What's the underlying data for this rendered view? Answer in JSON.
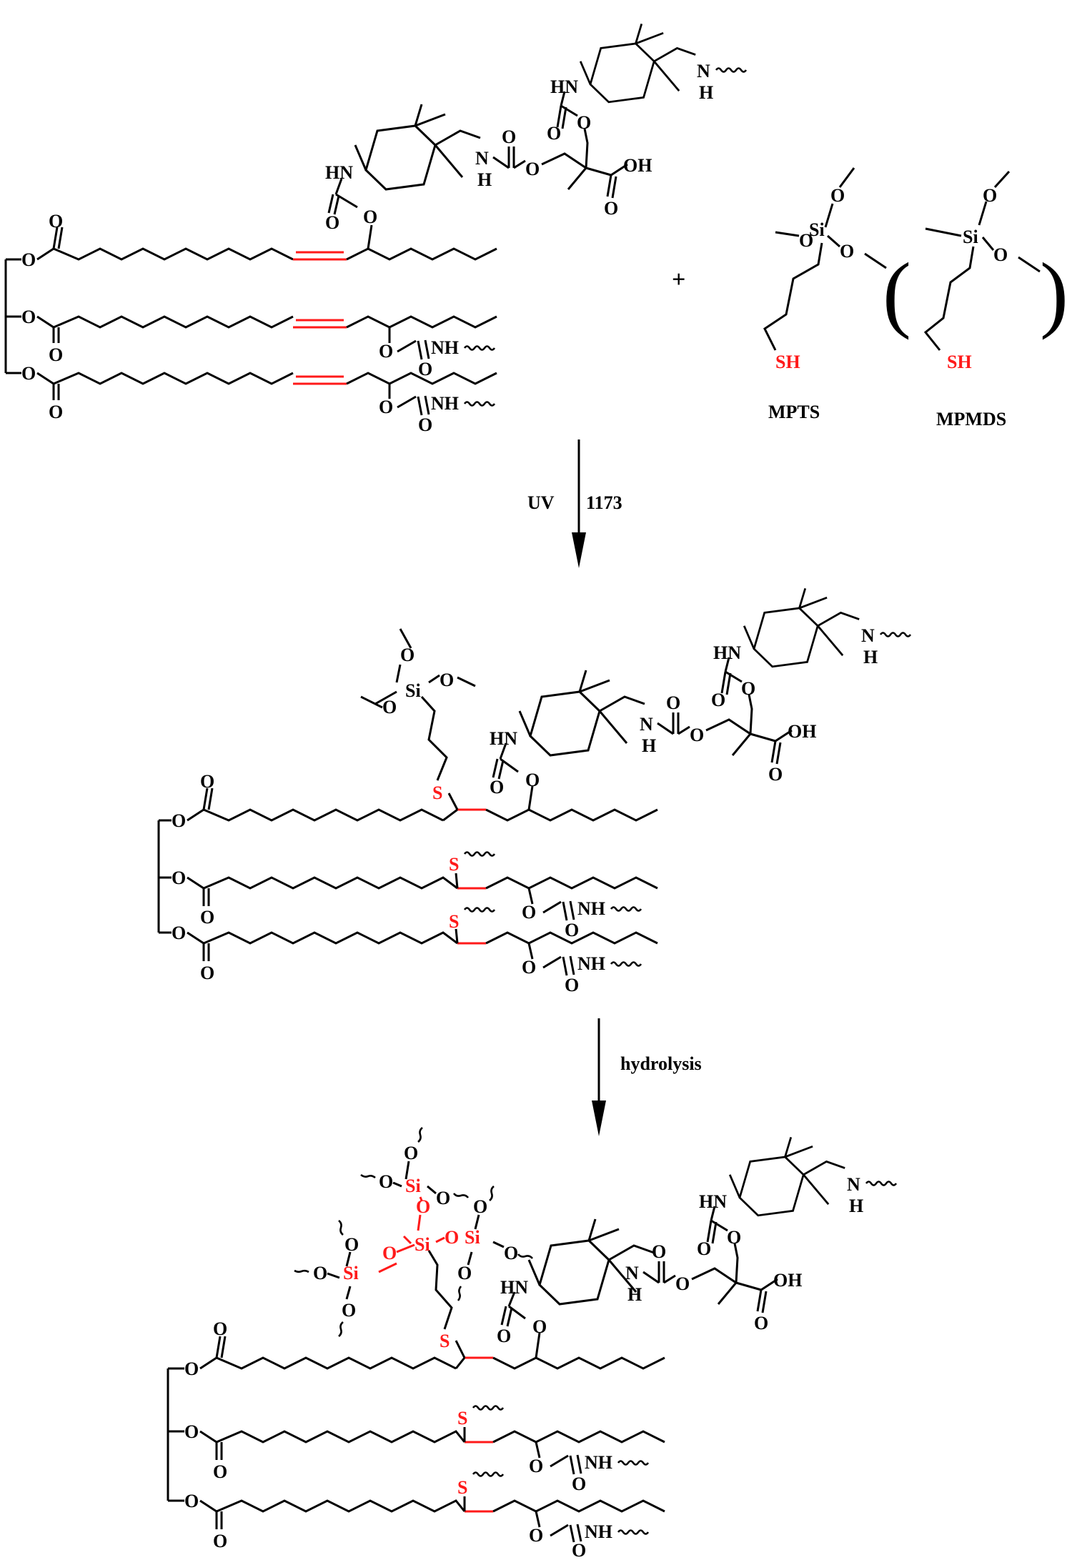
{
  "colors": {
    "bond": "#000000",
    "highlight": "#ff1a1a"
  },
  "atoms": {
    "HN": "HN",
    "NH": "NH",
    "N": "N",
    "H": "H",
    "O": "O",
    "OH": "OH",
    "Si": "Si",
    "S": "S",
    "SH": "SH",
    "plus": "+"
  },
  "reagents": {
    "mpts": "MPTS",
    "mpmds": "MPMDS",
    "paren_open": "(",
    "paren_close": ")"
  },
  "steps": {
    "uv": "UV",
    "initiator": "1173",
    "hydrolysis": "hydrolysis"
  }
}
